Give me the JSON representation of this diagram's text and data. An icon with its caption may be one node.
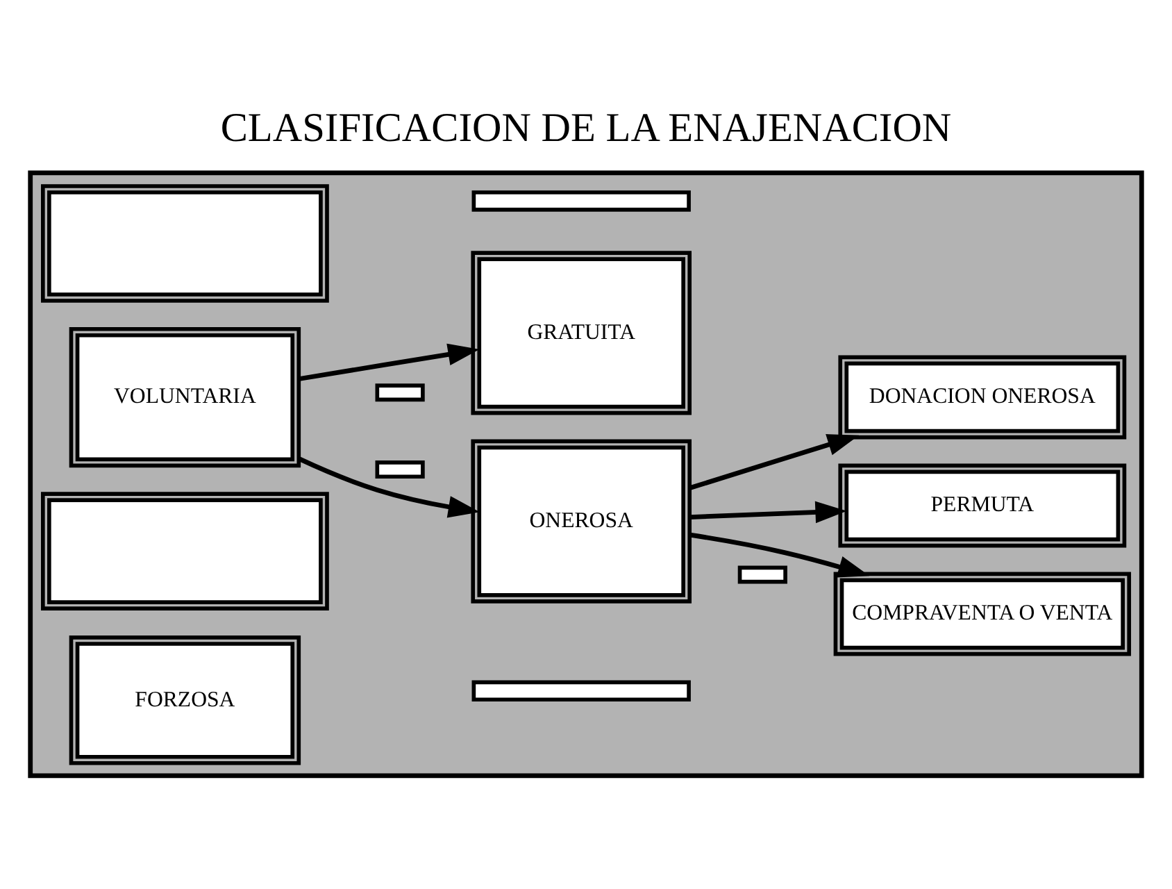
{
  "diagram": {
    "title": "CLASIFICACION DE LA ENAJENACION",
    "nodes": [
      {
        "text": [],
        "shape": "box"
      },
      {
        "text": [],
        "shape": "box",
        "in": 0
      },
      {
        "text": [],
        "shape": "bar",
        "in": 0
      },
      {
        "text": [],
        "shape": "bar",
        "in": 0
      },
      {
        "text": [
          "COMPRAVENTA O VENTA"
        ],
        "in": 0
      },
      {
        "text": [
          "ONEROSA"
        ],
        "in": 0
      },
      {
        "text": [
          "PERMUTA"
        ],
        "in": 0
      },
      {
        "text": [
          "VOLUNTARIA"
        ],
        "in": 0
      },
      {
        "text": [],
        "shape": "bar",
        "in": 0
      },
      {
        "text": [
          "DONACION ONEROSA"
        ],
        "in": 0
      },
      {
        "text": [],
        "shape": "bar",
        "in": 0
      },
      {
        "text": [
          "GRATUITA"
        ],
        "in": 0
      },
      {
        "text": [],
        "shape": "box",
        "in": 0
      },
      {
        "text": [],
        "shape": "bar",
        "in": 0
      },
      {
        "text": [
          "FORZOSA"
        ],
        "in": 0
      }
    ],
    "edges": [
      {
        "from": 7,
        "to": 5,
        "arrow": "to"
      },
      {
        "from": 7,
        "to": 11,
        "arrow": "to"
      },
      {
        "from": 5,
        "to": 4,
        "arrow": "to"
      },
      {
        "from": 5,
        "to": 6,
        "arrow": "to"
      },
      {
        "from": 5,
        "to": 9,
        "arrow": "to"
      }
    ]
  }
}
